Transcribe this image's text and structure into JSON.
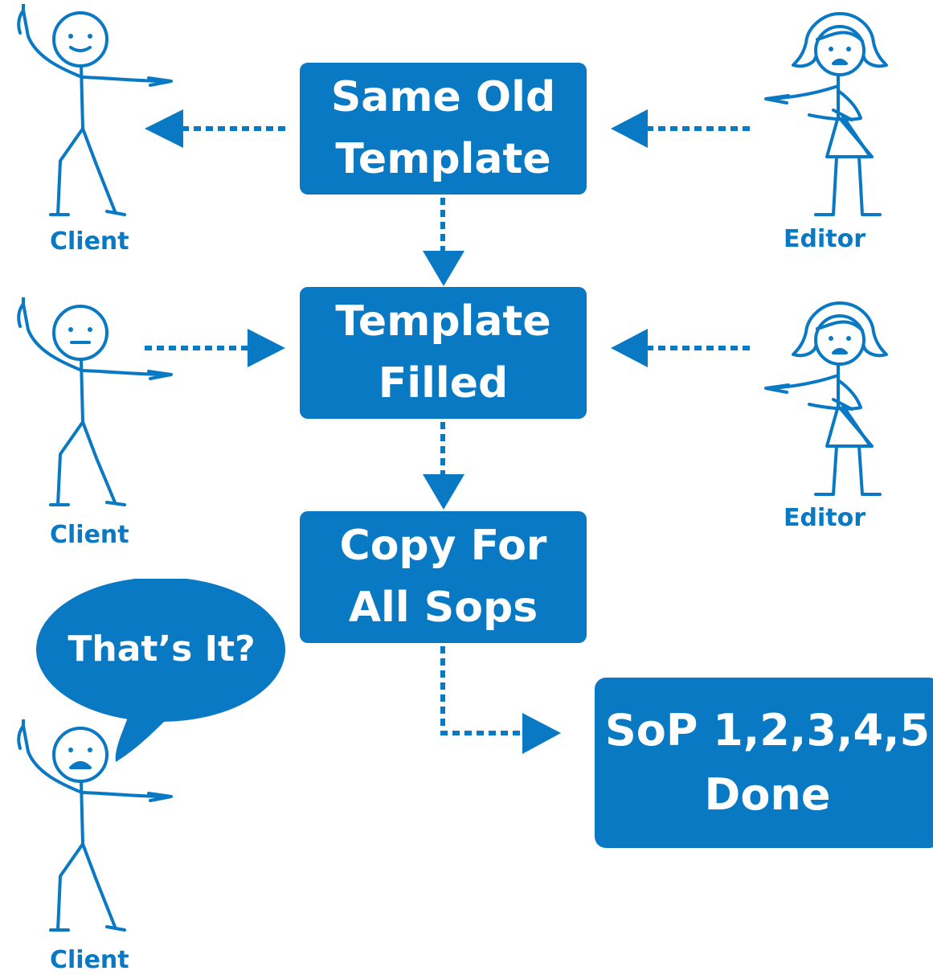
{
  "colors": {
    "accent": "#0a79c4",
    "text_on_accent": "#ffffff"
  },
  "boxes": {
    "same_old_template": {
      "line1": "Same Old",
      "line2": "Template"
    },
    "template_filled": {
      "line1": "Template",
      "line2": "Filled"
    },
    "copy_for_all_sops": {
      "line1": "Copy For",
      "line2": "All Sops"
    },
    "sop_done": {
      "line1": "SoP 1,2,3,4,5",
      "line2": "Done"
    }
  },
  "figures": {
    "client_1": {
      "label": "Client",
      "expression": "smiling"
    },
    "client_2": {
      "label": "Client",
      "expression": "neutral"
    },
    "client_3": {
      "label": "Client",
      "expression": "frowning"
    },
    "editor_1": {
      "label": "Editor",
      "expression": "frowning"
    },
    "editor_2": {
      "label": "Editor",
      "expression": "frowning"
    }
  },
  "speech_bubble": {
    "text": "That’s It?"
  }
}
